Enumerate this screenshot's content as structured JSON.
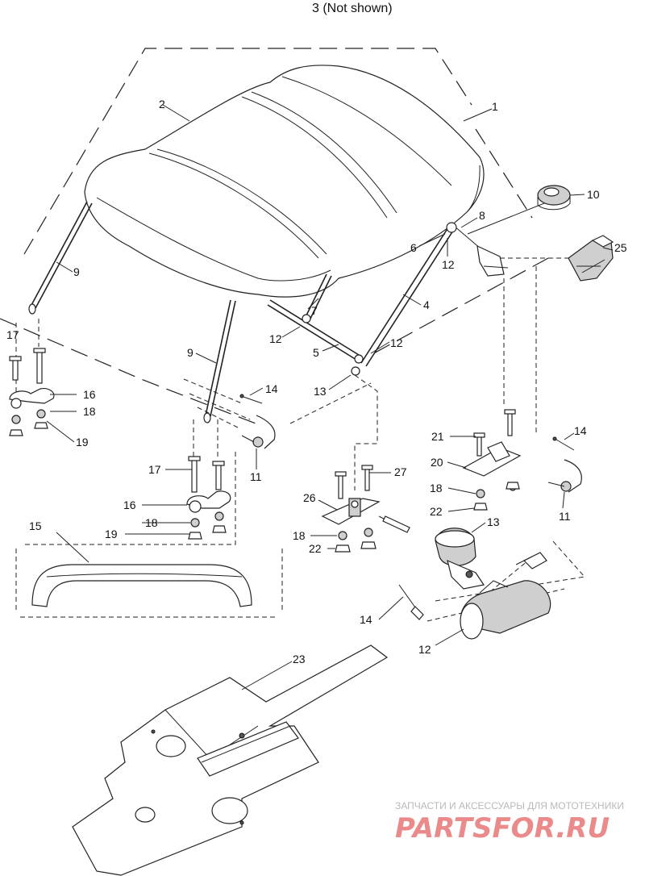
{
  "caption": "3  (Not shown)",
  "callouts": {
    "c1": "1",
    "c2": "2",
    "c4": "4",
    "c5": "5",
    "c6": "6",
    "c7": "7",
    "c8": "8",
    "c9a": "9",
    "c9b": "9",
    "c10": "10",
    "c11a": "11",
    "c11b": "11",
    "c12a": "12",
    "c12b": "12",
    "c12c": "12",
    "c12d": "12",
    "c13a": "13",
    "c13b": "13",
    "c14a": "14",
    "c14b": "14",
    "c14c": "14",
    "c15": "15",
    "c16a": "16",
    "c16b": "16",
    "c17a": "17",
    "c17b": "17",
    "c18a": "18",
    "c18b": "18",
    "c18c": "18",
    "c18d": "18",
    "c19a": "19",
    "c19b": "19",
    "c20": "20",
    "c21": "21",
    "c22a": "22",
    "c22b": "22",
    "c23": "23",
    "c25": "25",
    "c26": "26",
    "c27": "27"
  },
  "watermark": {
    "line1": "ЗАПЧАСТИ И АКСЕССУАРЫ ДЛЯ МОТОТЕХНИКИ",
    "line2": "PARTSFOR.RU"
  }
}
